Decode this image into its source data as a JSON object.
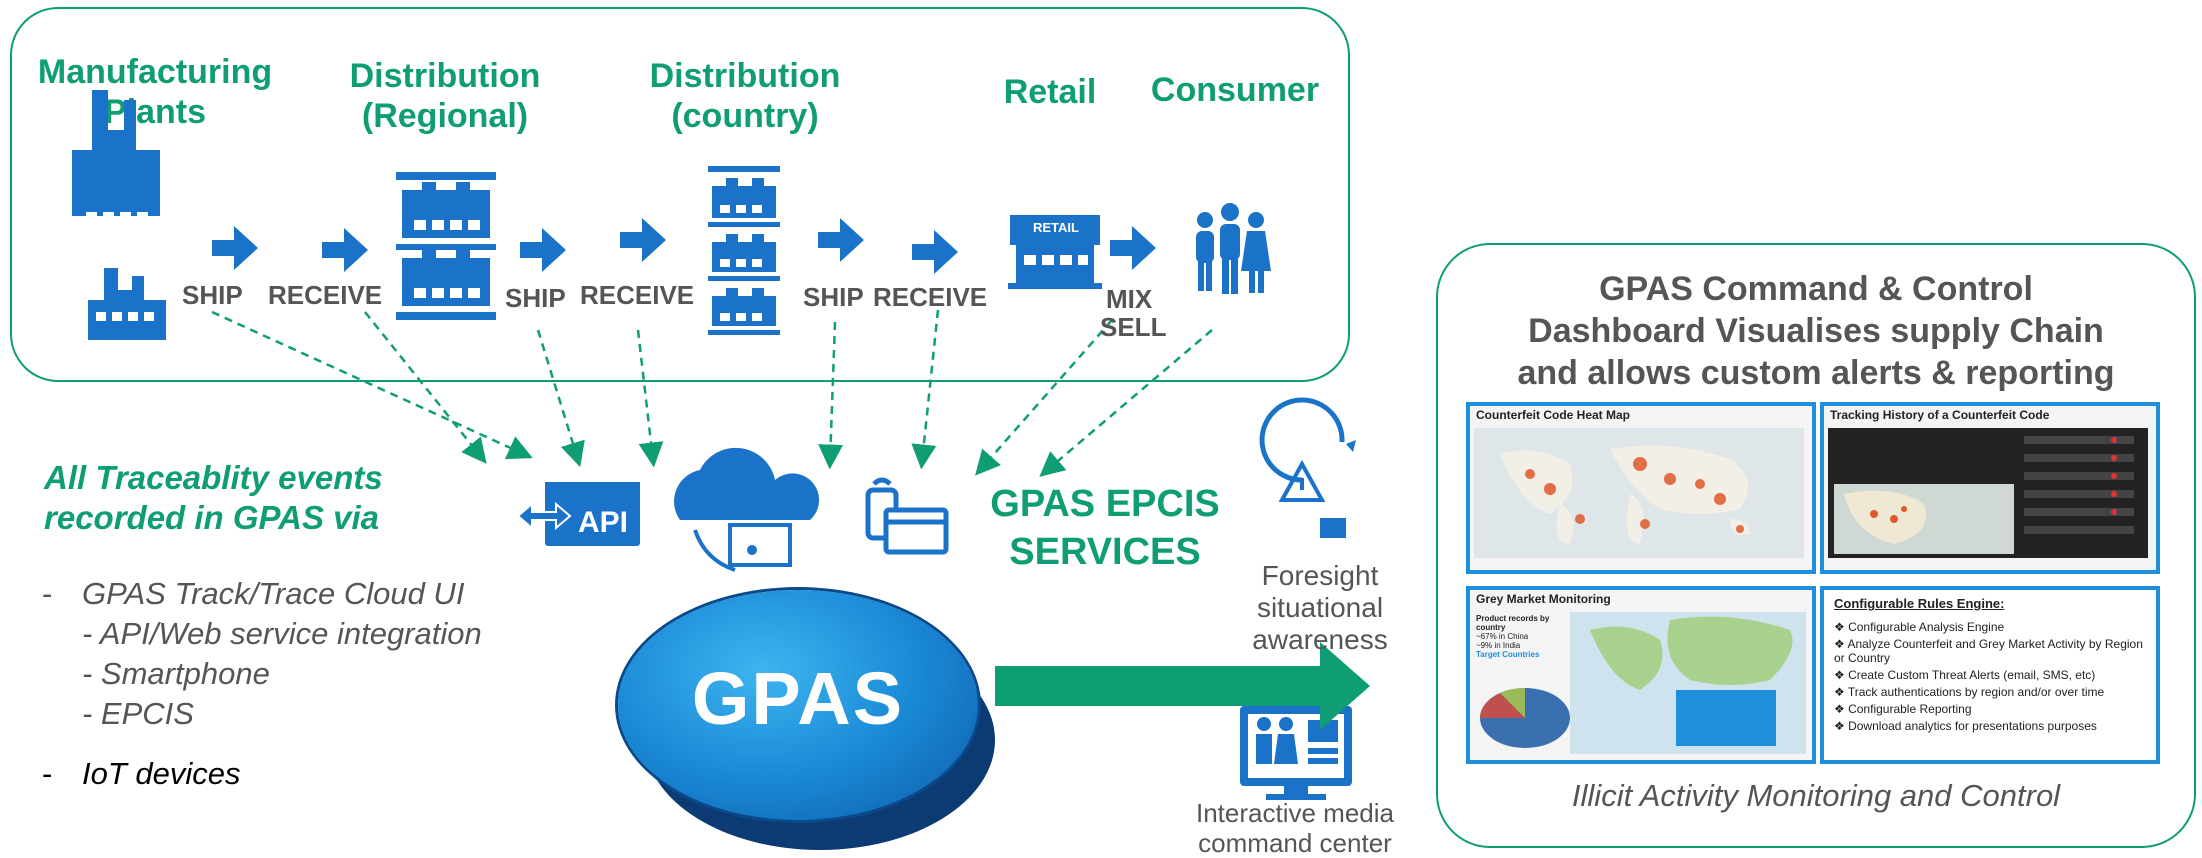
{
  "stages": [
    {
      "label_line1": "Manufacturing",
      "label_line2": "Plants"
    },
    {
      "label_line1": "Distribution",
      "label_line2": "(Regional)"
    },
    {
      "label_line1": "Distribution",
      "label_line2": "(country)"
    },
    {
      "label_line1": "Retail",
      "label_line2": ""
    },
    {
      "label_line1": "Consumer",
      "label_line2": ""
    }
  ],
  "actions": {
    "ship1": "SHIP",
    "receive1": "RECEIVE",
    "ship2": "SHIP",
    "receive2": "RECEIVE",
    "ship3": "SHIP",
    "receive3": "RECEIVE",
    "mix": "MIX",
    "sell": "SELL"
  },
  "retail_sign": "RETAIL",
  "events": {
    "title_line1": "All Traceablity events",
    "title_line2": "recorded in GPAS via",
    "items": [
      {
        "dash": "-",
        "text": "GPAS Track/Trace Cloud UI"
      },
      {
        "dash": "",
        "text": "- API/Web service integration"
      },
      {
        "dash": "",
        "text": "- Smartphone"
      },
      {
        "dash": "",
        "text": "- EPCIS"
      },
      {
        "dash": "-",
        "text": "IoT devices"
      }
    ]
  },
  "api_label": "API",
  "gpas_label": "GPAS",
  "epcis": {
    "line1": "GPAS EPCIS",
    "line2": "SERVICES"
  },
  "foresight": {
    "line1": "Foresight",
    "line2": "situational",
    "line3": "awareness"
  },
  "media": {
    "line1": "Interactive media",
    "line2": "command center"
  },
  "command": {
    "line1": "GPAS Command & Control",
    "line2": "Dashboard Visualises supply Chain",
    "line3": "and allows custom alerts & reporting",
    "caption": "Illicit Activity Monitoring and Control"
  },
  "dashboard": {
    "heatmap_title": "Counterfeit Code Heat Map",
    "tracking_title": "Tracking History of a Counterfeit Code",
    "grey_title": "Grey Market Monitoring",
    "rules_title": "Configurable Rules Engine:",
    "rules": [
      "Configurable Analysis Engine",
      "Analyze Counterfeit and Grey Market Activity by Region or Country",
      "Create Custom Threat Alerts (email, SMS, etc)",
      "Track authentications by region and/or over time",
      "Configurable Reporting",
      "Download analytics for presentations purposes"
    ],
    "grey_side_title": "Product records by country",
    "grey_side_items": [
      "~67% in China",
      "~9% in India"
    ],
    "grey_side_link": "Target Countries"
  },
  "colors": {
    "green": "#0f9e74",
    "blue": "#1a73c9",
    "grey": "#555555",
    "panel_border": "#1f8fd9"
  }
}
